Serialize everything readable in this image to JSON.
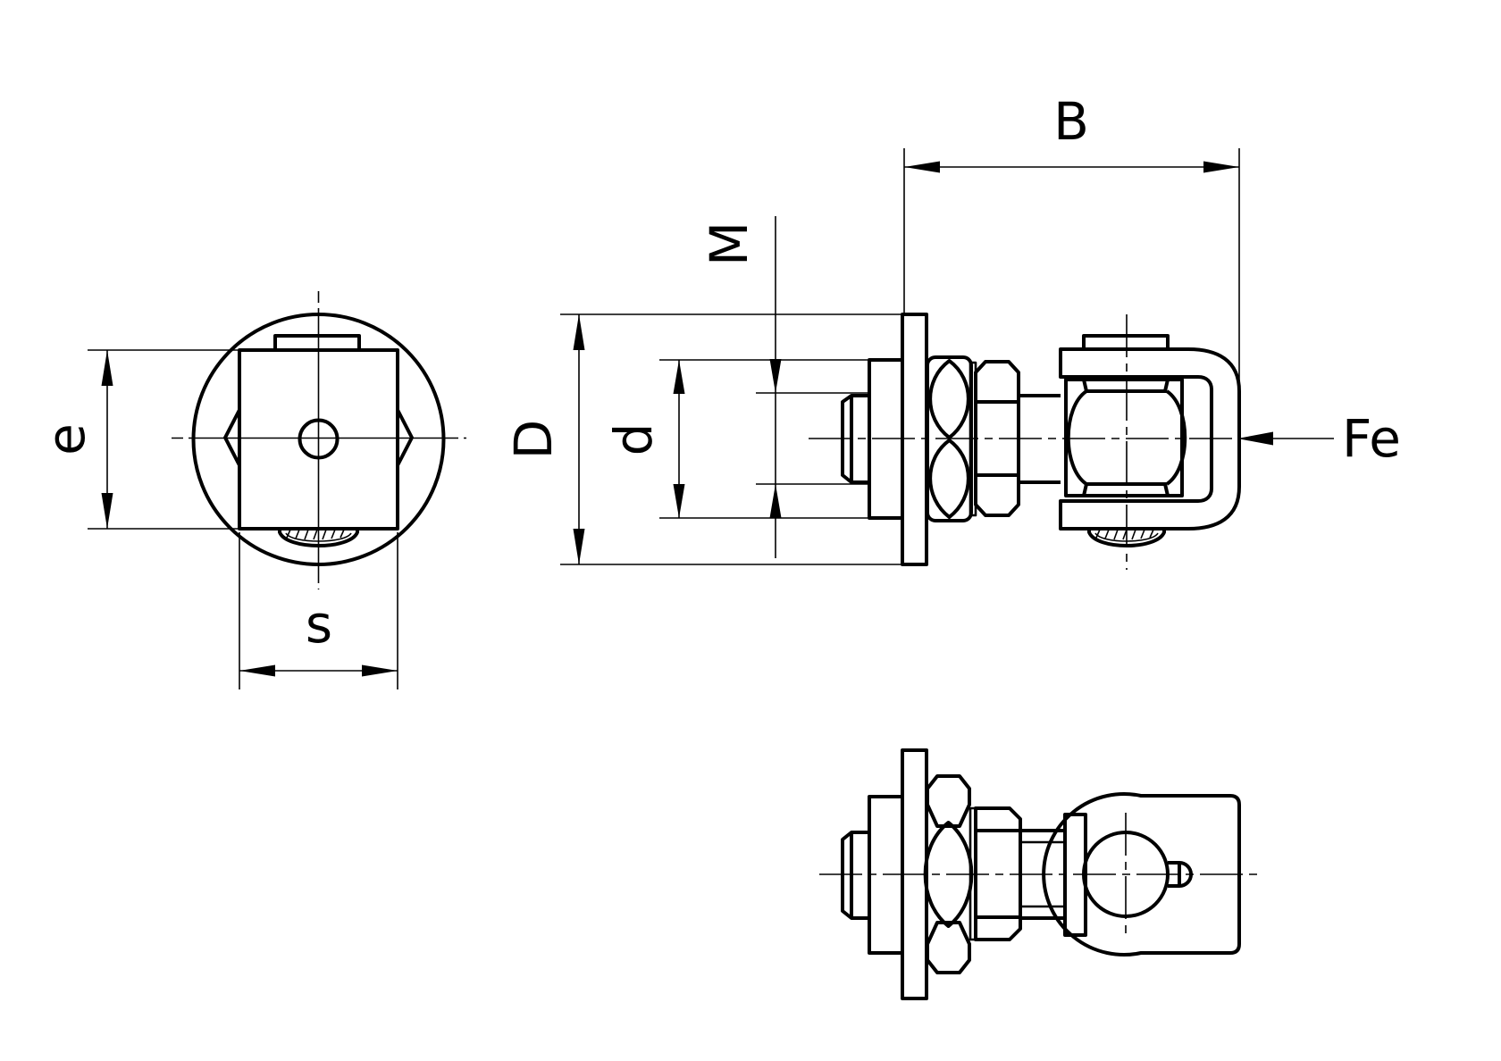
{
  "drawing": {
    "background": "#ffffff",
    "line_color": "#000000"
  },
  "labels": {
    "B": "B",
    "M": "M",
    "D": "D",
    "d": "d",
    "e": "e",
    "s": "s",
    "Fe": "Fe"
  }
}
